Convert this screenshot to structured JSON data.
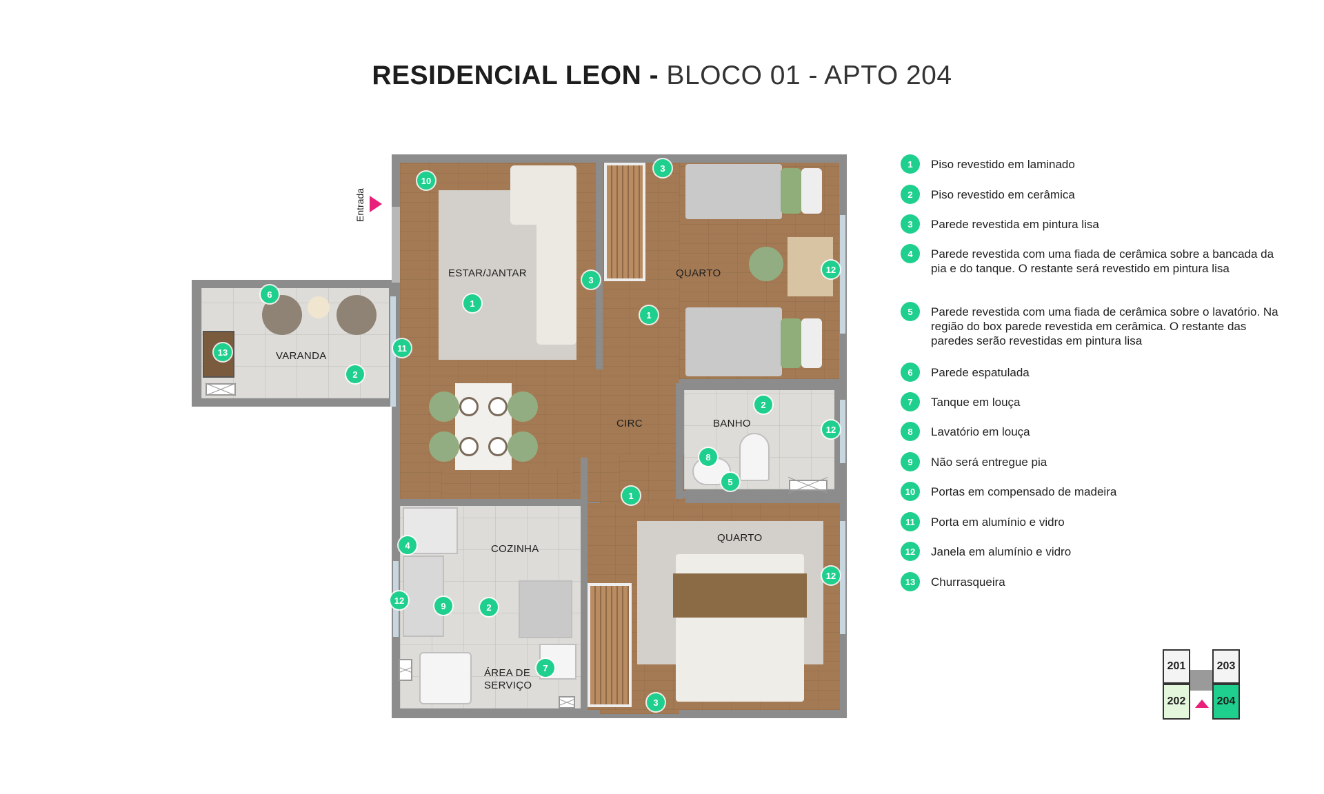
{
  "title": {
    "bold": "RESIDENCIAL LEON -",
    "light": "BLOCO 01 - APTO 204"
  },
  "entrance_label": "Entrada",
  "rooms": {
    "estar": "ESTAR/JANTAR",
    "quarto1": "QUARTO",
    "varanda": "VARANDA",
    "circ": "CIRC",
    "banho": "BANHO",
    "cozinha": "COZINHA",
    "quarto2": "QUARTO",
    "servico_line1": "ÁREA DE",
    "servico_line2": "SERVIÇO"
  },
  "markers": {
    "m10_estar": "10",
    "m3_top": "3",
    "m3_estar": "3",
    "m1_estar": "1",
    "m1_circ": "1",
    "m12_quarto1": "12",
    "m6_varanda": "6",
    "m13_varanda": "13",
    "m2_varanda": "2",
    "m11_varanda": "11",
    "m2_banho": "2",
    "m12_banho": "12",
    "m8_banho": "8",
    "m5_banho": "5",
    "m1_circ_low": "1",
    "m4_cozinha": "4",
    "m12_cozinha": "12",
    "m9_cozinha": "9",
    "m2_cozinha": "2",
    "m7_servico": "7",
    "m3_bottom": "3",
    "m12_quarto2": "12"
  },
  "legend": [
    {
      "num": "1",
      "text": "Piso revestido em laminado"
    },
    {
      "num": "2",
      "text": "Piso revestido em cerâmica"
    },
    {
      "num": "3",
      "text": "Parede revestida em pintura lisa"
    },
    {
      "num": "4",
      "text": "Parede revestida com uma fiada de cerâmica sobre a bancada da pia e do tanque. O restante será revestido em pintura lisa"
    },
    {
      "num": "5",
      "text": "Parede revestida com uma fiada de cerâmica sobre o lavatório. Na região do box parede revestida em cerâmica. O restante das paredes serão revestidas em pintura lisa"
    },
    {
      "num": "6",
      "text": "Parede espatulada"
    },
    {
      "num": "7",
      "text": "Tanque em louça"
    },
    {
      "num": "8",
      "text": "Lavatório em louça"
    },
    {
      "num": "9",
      "text": "Não será entregue pia"
    },
    {
      "num": "10",
      "text": "Portas em compensado de madeira"
    },
    {
      "num": "11",
      "text": "Porta em alumínio e vidro"
    },
    {
      "num": "12",
      "text": "Janela em alumínio e vidro"
    },
    {
      "num": "13",
      "text": "Churrasqueira"
    }
  ],
  "key_plan": {
    "u201": "201",
    "u203": "203",
    "u202": "202",
    "u204": "204",
    "highlight_color": "#1fcf8e",
    "light_color": "#e4f7dc",
    "arrow_color": "#e8207a"
  },
  "colors": {
    "accent": "#1fcf8e",
    "entrance_arrow": "#e8207a"
  }
}
